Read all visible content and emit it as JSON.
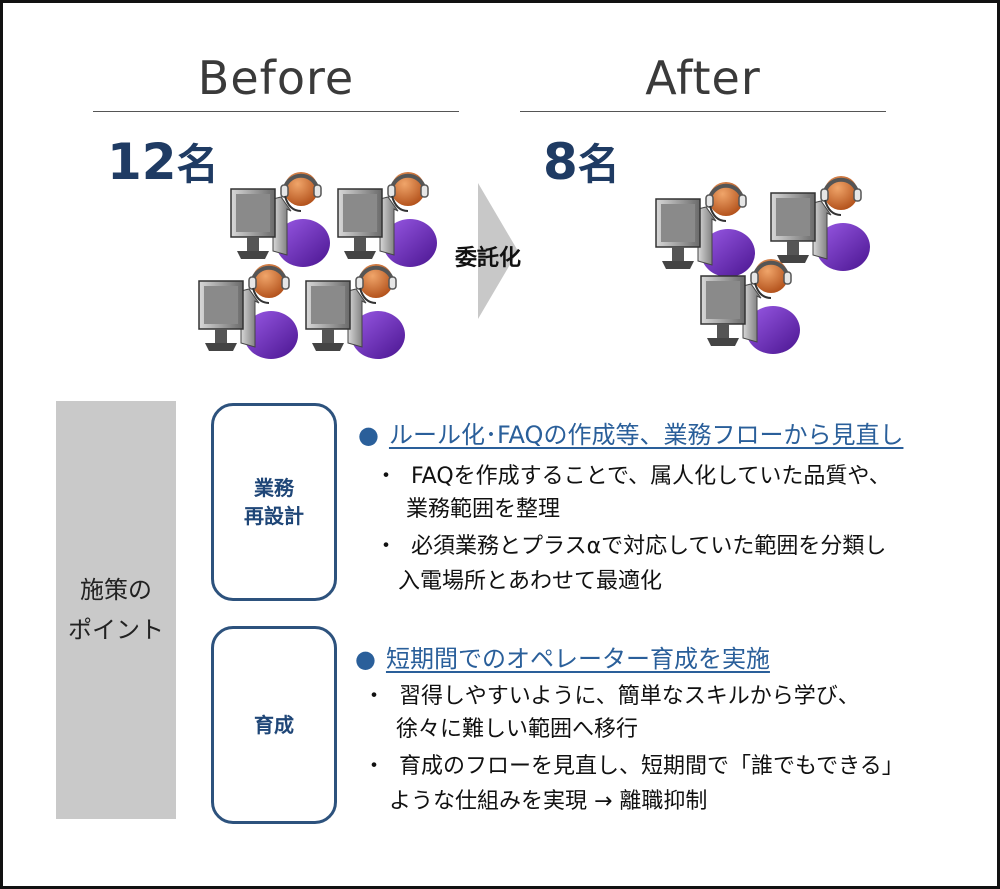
{
  "before": {
    "heading": "Before",
    "count_num": "12",
    "count_unit": "名",
    "operators": 4
  },
  "after": {
    "heading": "After",
    "count_num": "8",
    "count_unit": "名",
    "operators": 3
  },
  "transition": {
    "label": "委託化"
  },
  "points": {
    "line1": "施策の",
    "line2": "ポイント"
  },
  "sections": [
    {
      "category_line1": "業務",
      "category_line2": "再設計",
      "title": "ルール化･FAQの作成等、業務フローから見直し",
      "bullets": [
        {
          "marker": "・",
          "line1": "FAQを作成することで、属人化していた品質や、",
          "line2": "業務範囲を整理"
        },
        {
          "marker": "・",
          "line1": "必須業務とプラスαで対応していた範囲を分類し",
          "line2": "入電場所とあわせて最適化"
        }
      ]
    },
    {
      "category_line1": "育成",
      "title": "短期間でのオペレーター育成を実施",
      "bullets": [
        {
          "marker": "・",
          "line1": "習得しやすいように、簡単なスキルから学び、",
          "line2": "徐々に難しい範囲へ移行"
        },
        {
          "marker": "・",
          "line1": "育成のフローを見直し、短期間で「誰でもできる」",
          "line2": "ような仕組みを実現 → 離職抑制"
        }
      ]
    }
  ],
  "colors": {
    "navy": "#1f3b63",
    "accent_blue": "#2a5f9a",
    "box_border": "#2d527d",
    "arrow_gray": "#c8c8c8",
    "operator_purple": "#6a2bb8",
    "operator_skin": "#c8642a"
  },
  "icons": {
    "operator": "call-center-operator-icon",
    "arrow": "chevron-right-arrow",
    "bullet": "circle-bullet"
  }
}
